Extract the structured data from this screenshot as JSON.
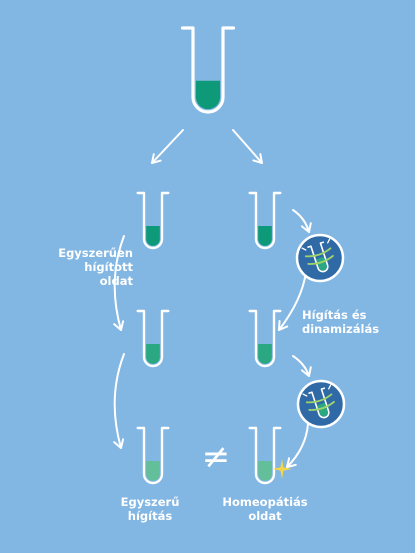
{
  "labels": {
    "simple_diluted": [
      "Egyszerűen",
      "hígított",
      "oldat"
    ],
    "dilution_succussion": [
      "Hígítás és",
      "dinamizálás"
    ],
    "simple_dilution": [
      "Egyszerű",
      "hígítás"
    ],
    "homeopathic_solution": [
      "Homeopátiás",
      "oldat"
    ]
  },
  "not_equal_symbol": "≠",
  "colors": {
    "background": "#82b6e3",
    "stroke": "#ffffff",
    "liquid_dark": "#0e9a78",
    "liquid_mid": "#2aa882",
    "liquid_light": "#63be9a",
    "badge": "#2f6aa6",
    "sparkle": "#f5d54a"
  },
  "tubes": [
    {
      "id": "source",
      "fill": 0.4,
      "color": "#0e9a78"
    },
    {
      "id": "left-1",
      "fill": 0.45,
      "color": "#0e9a78"
    },
    {
      "id": "right-1",
      "fill": 0.45,
      "color": "#0e9a78"
    },
    {
      "id": "left-2",
      "fill": 0.45,
      "color": "#2aa882"
    },
    {
      "id": "right-2",
      "fill": 0.45,
      "color": "#2aa882"
    },
    {
      "id": "left-3",
      "fill": 0.45,
      "color": "#63be9a"
    },
    {
      "id": "right-3",
      "fill": 0.45,
      "color": "#63be9a"
    }
  ],
  "icons": {
    "arrow": "arrow-icon",
    "shake": "shake-tube-icon",
    "sparkle": "sparkle-icon"
  }
}
